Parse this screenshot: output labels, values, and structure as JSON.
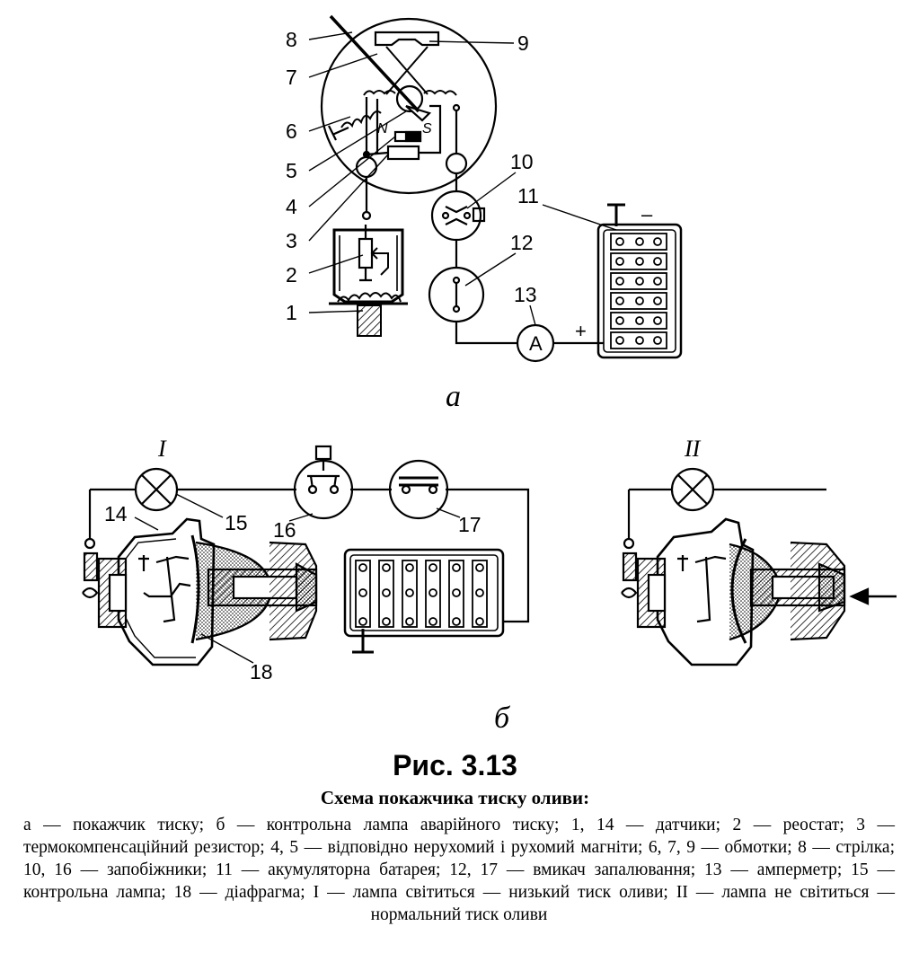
{
  "figure": {
    "part_a": {
      "sublabel": "а",
      "callouts": [
        "8",
        "7",
        "6",
        "5",
        "4",
        "3",
        "2",
        "1",
        "9",
        "10",
        "11",
        "12",
        "13"
      ],
      "ammeter_symbol": "A",
      "minus_sign": "–",
      "plus_sign": "+",
      "magnet_poles": [
        "N",
        "S"
      ]
    },
    "part_b": {
      "sublabel": "б",
      "state_labels": [
        "I",
        "II"
      ],
      "callouts": [
        "14",
        "15",
        "16",
        "17",
        "18"
      ]
    }
  },
  "caption": {
    "title": "Рис. 3.13",
    "subtitle": "Схема покажчика тиску оливи:",
    "text": "а — покажчик тиску; б — контрольна лампа аварійного тиску; 1, 14 — датчики; 2 — реостат; 3 — термокомпенсаційний резистор; 4, 5 — відповідно нерухомий і рухомий магніти; 6, 7, 9 — обмотки; 8 — стрілка; 10, 16 — запобіжники; 11 — акумуляторна батарея; 12, 17 — вмикач запалювання; 13 — амперметр; 15 — контрольна лампа; 18 — діафрагма; I — лампа світиться — низький тиск оливи; II — лампа не світиться — нормальний тиск оливи"
  }
}
